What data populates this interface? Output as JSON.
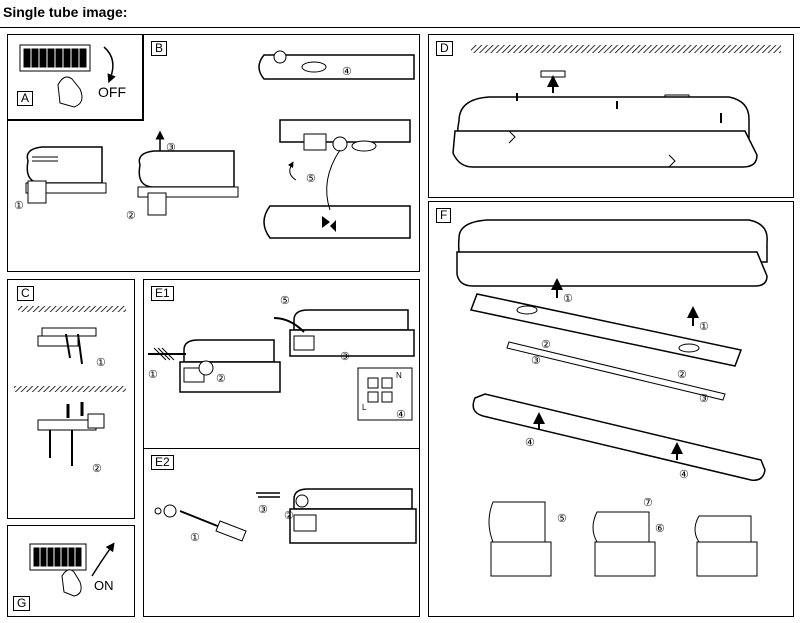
{
  "page": {
    "title": "Single tube image:"
  },
  "panels": {
    "A": {
      "label": "A",
      "switch_text": "OFF"
    },
    "B": {
      "label": "B",
      "steps": [
        "①",
        "②",
        "③",
        "④",
        "⑤"
      ]
    },
    "C": {
      "label": "C",
      "steps": [
        "①",
        "②"
      ]
    },
    "D": {
      "label": "D"
    },
    "E1": {
      "label": "E1",
      "steps": [
        "①",
        "②",
        "③",
        "④",
        "⑤"
      ],
      "terminal": [
        "L",
        "N"
      ]
    },
    "E2": {
      "label": "E2",
      "steps": [
        "①",
        "②",
        "③"
      ]
    },
    "F": {
      "label": "F",
      "steps": [
        "①",
        "②",
        "③",
        "④",
        "⑤",
        "⑥",
        "⑦"
      ]
    },
    "G": {
      "label": "G",
      "switch_text": "ON"
    }
  }
}
